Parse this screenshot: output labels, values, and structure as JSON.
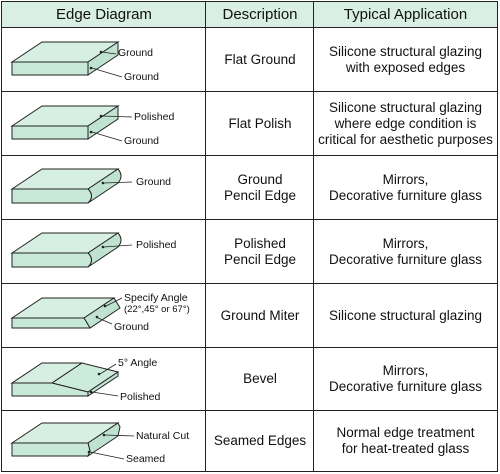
{
  "headers": {
    "diagram": "Edge Diagram",
    "description": "Description",
    "application": "Typical Application"
  },
  "rows": [
    {
      "labels": [
        "Ground",
        "Ground"
      ],
      "description": [
        "Flat Ground"
      ],
      "application": [
        "Silicone structural glazing",
        "with exposed edges"
      ]
    },
    {
      "labels": [
        "Polished",
        "Ground"
      ],
      "description": [
        "Flat Polish"
      ],
      "application": [
        "Silicone structural glazing",
        "where edge condition is",
        "critical for aesthetic purposes"
      ]
    },
    {
      "labels": [
        "Ground"
      ],
      "description": [
        "Ground",
        "Pencil Edge"
      ],
      "application": [
        "Mirrors,",
        "Decorative furniture glass"
      ]
    },
    {
      "labels": [
        "Polished"
      ],
      "description": [
        "Polished",
        "Pencil Edge"
      ],
      "application": [
        "Mirrors,",
        "Decorative furniture glass"
      ]
    },
    {
      "labels": [
        "Specify Angle",
        "(22°,45° or 67°)",
        "Ground"
      ],
      "description": [
        "Ground Miter"
      ],
      "application": [
        "Silicone structural glazing"
      ]
    },
    {
      "labels": [
        "5° Angle",
        "Polished"
      ],
      "description": [
        "Bevel"
      ],
      "application": [
        "Mirrors,",
        "Decorative furniture glass"
      ]
    },
    {
      "labels": [
        "Natural Cut",
        "Seamed"
      ],
      "description": [
        "Seamed Edges"
      ],
      "application": [
        "Normal edge treatment",
        "for heat-treated glass"
      ]
    }
  ],
  "colors": {
    "header_bg": "#d9efe4",
    "glass_top": "#d6efe2",
    "glass_side": "#bfe3d0",
    "stroke": "#222222"
  }
}
